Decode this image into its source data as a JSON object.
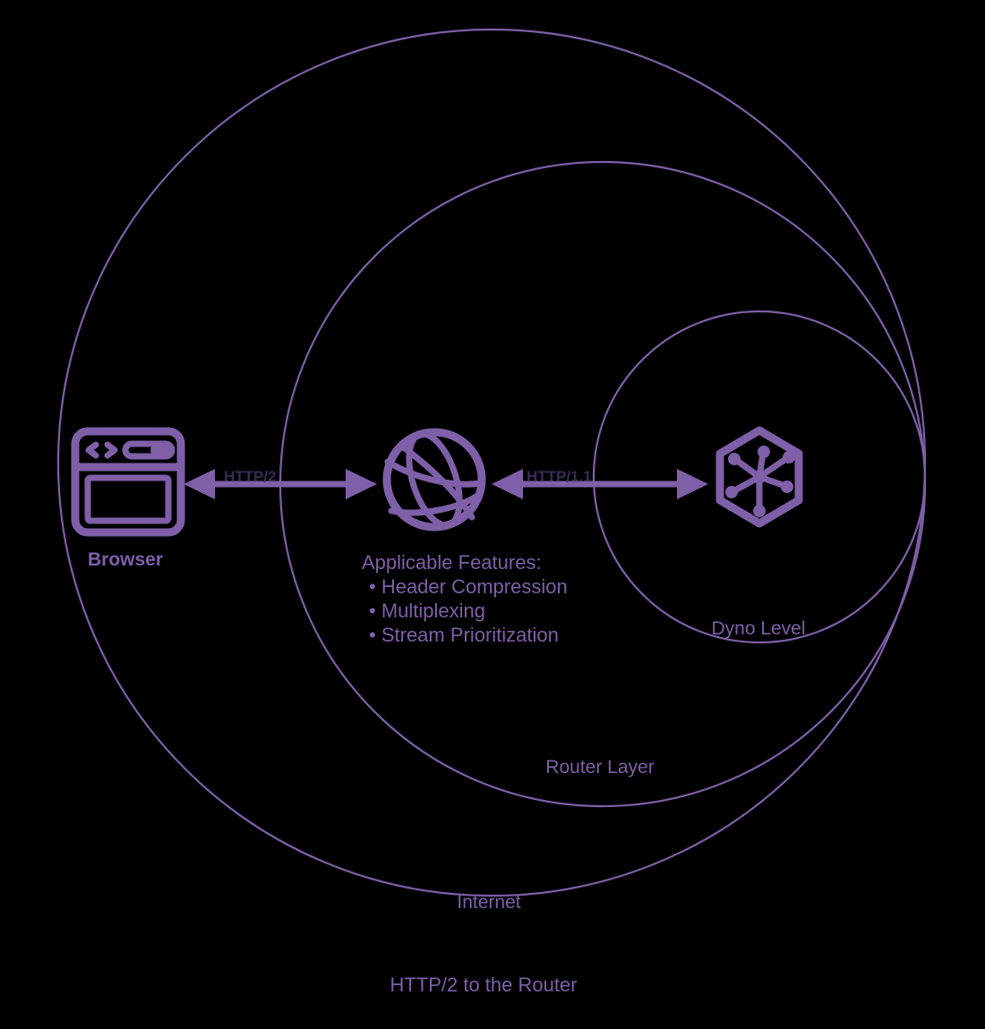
{
  "diagram": {
    "caption": "HTTP/2 to the Router",
    "accent_color": "#7e5fa8",
    "background_color": "#000000",
    "edge_label_color": "#3a2a55",
    "rings": [
      {
        "id": "internet",
        "label": "Internet"
      },
      {
        "id": "router-layer",
        "label": "Router Layer"
      },
      {
        "id": "dyno-level",
        "label": "Dyno Level"
      }
    ],
    "nodes": [
      {
        "id": "browser",
        "label": "Browser",
        "icon": "browser-window-icon"
      },
      {
        "id": "router",
        "label": "",
        "icon": "globe-icon"
      },
      {
        "id": "dyno",
        "label": "",
        "icon": "hexagon-node-icon"
      }
    ],
    "edges": [
      {
        "id": "browser-router",
        "label": "HTTP/2",
        "from": "browser",
        "to": "router",
        "direction": "bidirectional"
      },
      {
        "id": "router-dyno",
        "label": "HTTP/1.1",
        "from": "router",
        "to": "dyno",
        "direction": "bidirectional"
      }
    ],
    "features": {
      "heading": "Applicable Features:",
      "items": [
        "Header Compression",
        "Multiplexing",
        "Stream Prioritization"
      ]
    }
  }
}
